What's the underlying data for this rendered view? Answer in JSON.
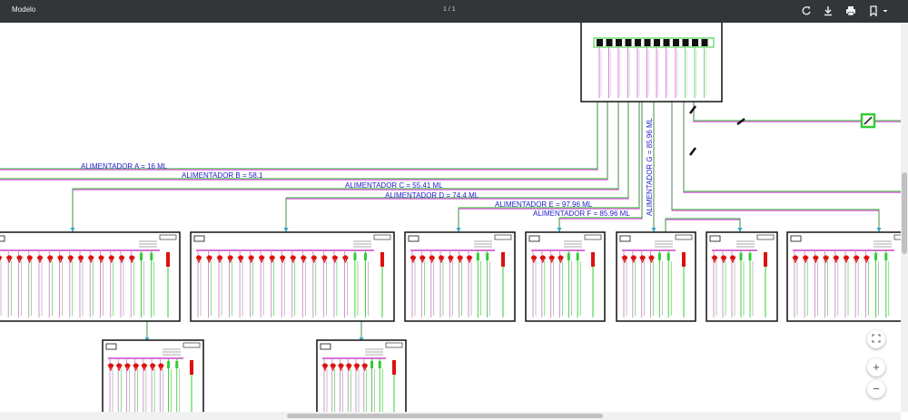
{
  "toolbar": {
    "title": "Modelo",
    "page_indicator": "1 / 1",
    "icons": [
      "rotate-icon",
      "download-icon",
      "print-icon",
      "bookmark-icon",
      "caret-down-icon"
    ]
  },
  "drawing": {
    "feeders": [
      {
        "label": "ALIMENTADOR  A = 16 ML"
      },
      {
        "label": "ALIMENTADOR  B = 58.1"
      },
      {
        "label": "ALIMENTADOR  C = 55.41 ML"
      },
      {
        "label": "ALIMENTADOR  D = 74.4 ML"
      },
      {
        "label": "ALIMENTADOR  E =  97.96 ML"
      },
      {
        "label": "ALIMENTADOR  F = 85.96 ML"
      },
      {
        "label": "ALIMENTADOR  G = 85.96 ML"
      }
    ],
    "colors": {
      "feeder_text": "#2222cc",
      "wire_green": "#33cc33",
      "wire_magenta": "#cc44cc",
      "breaker_red": "#dd1111",
      "panel_border": "#111111"
    }
  },
  "controls": {
    "fit_icon": "fit-page-icon",
    "zoom_in": "+",
    "zoom_out": "−"
  }
}
